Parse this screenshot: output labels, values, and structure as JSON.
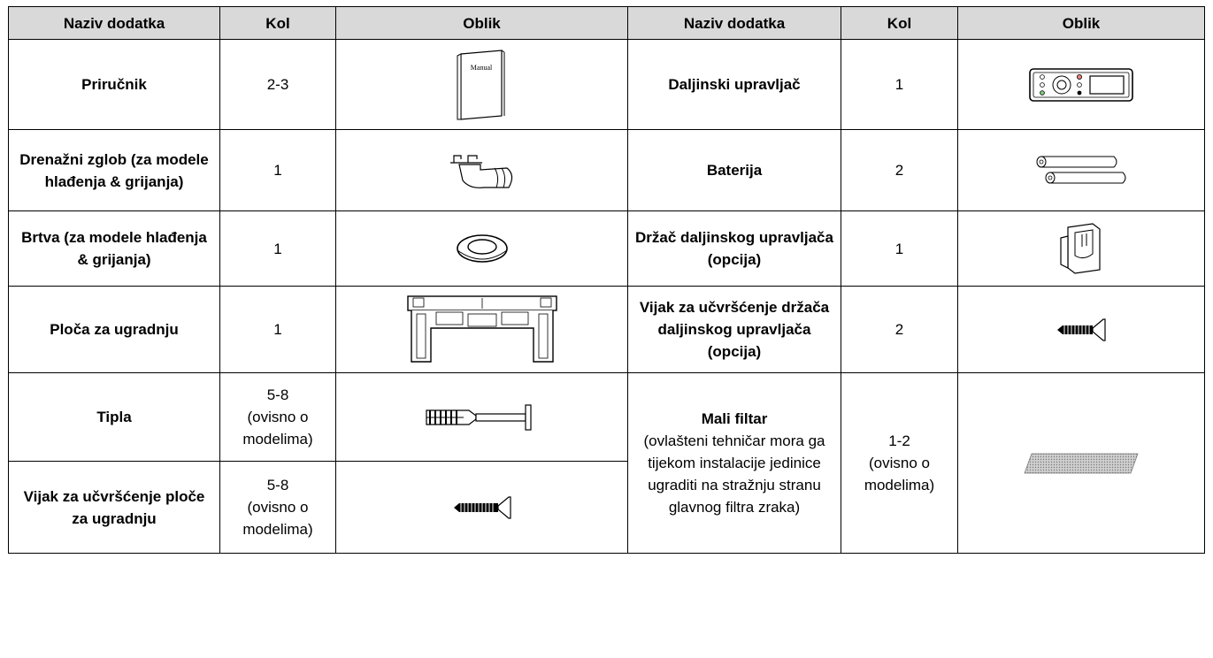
{
  "headers": [
    "Naziv dodatka",
    "Kol",
    "Oblik",
    "Naziv dodatka",
    "Kol",
    "Oblik"
  ],
  "rows": [
    {
      "left_name": "Priručnik",
      "left_qty": "2-3",
      "right_name": "Daljinski upravljač",
      "right_qty": "1"
    },
    {
      "left_name": "Drenažni zglob (za modele hlađenja & grijanja)",
      "left_qty": "1",
      "right_name": "Baterija",
      "right_qty": "2"
    },
    {
      "left_name": "Brtva (za modele hlađenja & grijanja)",
      "left_qty": "1",
      "right_name": "Držač daljinskog upravljača (opcija)",
      "right_qty": "1"
    },
    {
      "left_name": "Ploča za ugradnju",
      "left_qty": "1",
      "right_name": "Vijak za učvršćenje držača daljinskog upravljača (opcija)",
      "right_qty": "2"
    },
    {
      "left_name": "Tipla",
      "left_qty_top": "5-8",
      "left_qty_bottom": "(ovisno o modelima)",
      "right_name": "Mali filtar",
      "right_desc": "(ovlašteni tehničar mora ga tijekom instalacije jedinice ugraditi na stražnju stranu glavnog filtra zraka)",
      "right_qty_top": "1-2",
      "right_qty_bottom": "(ovisno o modelima)"
    },
    {
      "left_name": "Vijak za učvršćenje ploče za ugradnju",
      "left_qty_top": "5-8",
      "left_qty_bottom": "(ovisno o modelima)"
    }
  ],
  "images": {
    "manual_label": "Manual",
    "icons": [
      "manual-icon",
      "remote-control-icon",
      "drain-joint-icon",
      "battery-icon",
      "seal-ring-icon",
      "remote-holder-icon",
      "mounting-plate-icon",
      "screw-icon",
      "wall-plug-icon",
      "filter-icon"
    ]
  }
}
